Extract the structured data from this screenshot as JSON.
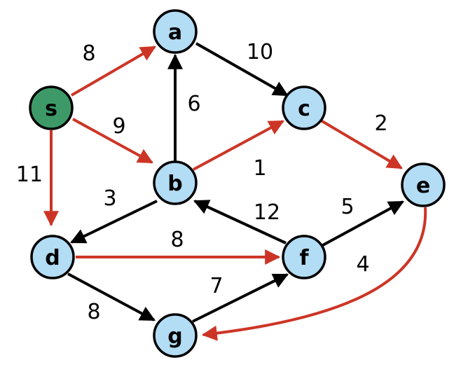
{
  "colors": {
    "node_fill": "#b3dcf5",
    "source_fill": "#3d9a68",
    "black_edge": "#000000",
    "red_edge": "#cc3526"
  },
  "nodes": [
    {
      "id": "a",
      "label": "a",
      "source": false
    },
    {
      "id": "s",
      "label": "s",
      "source": true
    },
    {
      "id": "c",
      "label": "c",
      "source": false
    },
    {
      "id": "b",
      "label": "b",
      "source": false
    },
    {
      "id": "e",
      "label": "e",
      "source": false
    },
    {
      "id": "d",
      "label": "d",
      "source": false
    },
    {
      "id": "f",
      "label": "f",
      "source": false
    },
    {
      "id": "g",
      "label": "g",
      "source": false
    }
  ],
  "edges": [
    {
      "from": "s",
      "to": "a",
      "weight": "8",
      "highlight": true
    },
    {
      "from": "s",
      "to": "b",
      "weight": "9",
      "highlight": true
    },
    {
      "from": "s",
      "to": "d",
      "weight": "11",
      "highlight": true
    },
    {
      "from": "a",
      "to": "c",
      "weight": "10",
      "highlight": false
    },
    {
      "from": "b",
      "to": "a",
      "weight": "6",
      "highlight": false
    },
    {
      "from": "b",
      "to": "c",
      "weight": "1",
      "highlight": true
    },
    {
      "from": "b",
      "to": "d",
      "weight": "3",
      "highlight": false
    },
    {
      "from": "c",
      "to": "e",
      "weight": "2",
      "highlight": true
    },
    {
      "from": "f",
      "to": "b",
      "weight": "12",
      "highlight": false
    },
    {
      "from": "f",
      "to": "e",
      "weight": "5",
      "highlight": false
    },
    {
      "from": "d",
      "to": "f",
      "weight": "8",
      "highlight": true
    },
    {
      "from": "d",
      "to": "g",
      "weight": "8",
      "highlight": false
    },
    {
      "from": "g",
      "to": "f",
      "weight": "7",
      "highlight": false
    },
    {
      "from": "e",
      "to": "g",
      "weight": "4",
      "highlight": true
    }
  ]
}
